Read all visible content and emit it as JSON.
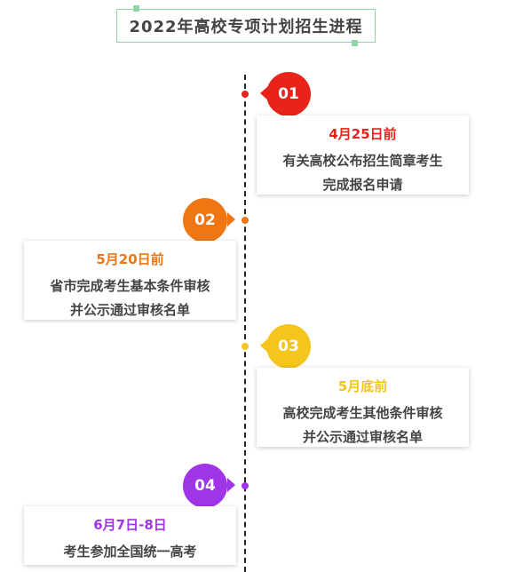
{
  "title": "2022年高校专项计划招生进程",
  "colors": {
    "title_border": "#8fd6a7",
    "step1": "#e8231a",
    "step2": "#f07613",
    "step3": "#f3c51d",
    "step4": "#9f35e6"
  },
  "steps": [
    {
      "number": "01",
      "date": "4月25日前",
      "line1": "有关高校公布招生简章考生",
      "line2": "完成报名申请"
    },
    {
      "number": "02",
      "date": "5月20日前",
      "line1": "省市完成考生基本条件审核",
      "line2": "并公示通过审核名单"
    },
    {
      "number": "03",
      "date": "5月底前",
      "line1": "高校完成考生其他条件审核",
      "line2": "并公示通过审核名单"
    },
    {
      "number": "04",
      "date": "6月7日-8日",
      "line1": "考生参加全国统一高考",
      "line2": ""
    }
  ]
}
